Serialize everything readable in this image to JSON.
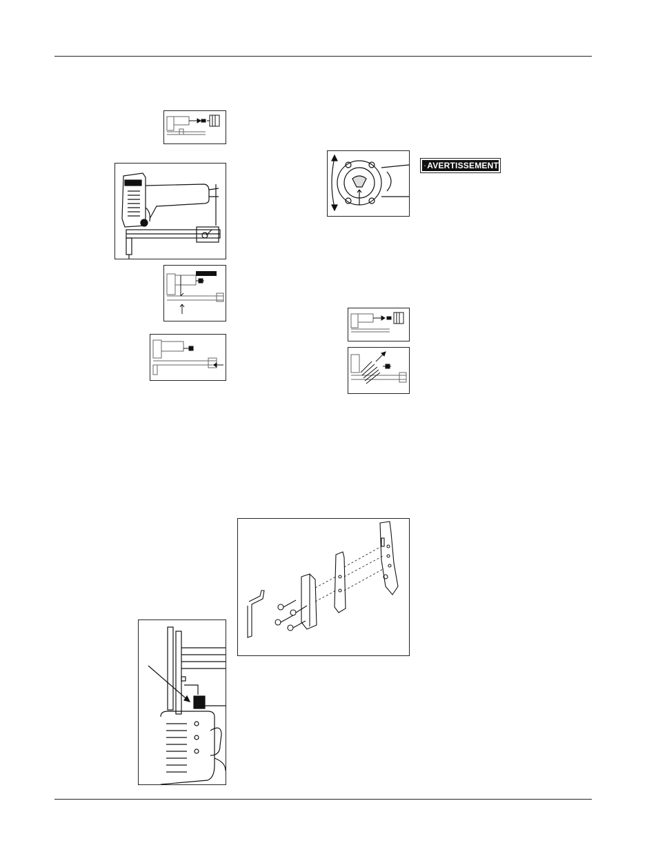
{
  "warning_label": {
    "text": "AVERTISSEMENT"
  },
  "figures": {
    "fig_disconnect_small": "air-disconnect-thumbnail",
    "fig_nailer_depth": "nailer-depth-adjust-illustration",
    "fig_nailer_air_inlet": "nailer-air-inlet-illustration",
    "fig_nailer_push": "nailer-push-illustration",
    "fig_exhaust_deflector": "exhaust-deflector-rotation-illustration",
    "fig_disconnect_right": "air-disconnect-thumbnail-2",
    "fig_nailer_pull": "nailer-pull-illustration",
    "fig_nosepiece_exploded": "nosepiece-exploded-view",
    "fig_nailer_closeup": "nailer-nosepiece-closeup"
  },
  "colors": {
    "line": "#222222",
    "warning_bg": "#111111",
    "warning_fg": "#ffffff"
  }
}
